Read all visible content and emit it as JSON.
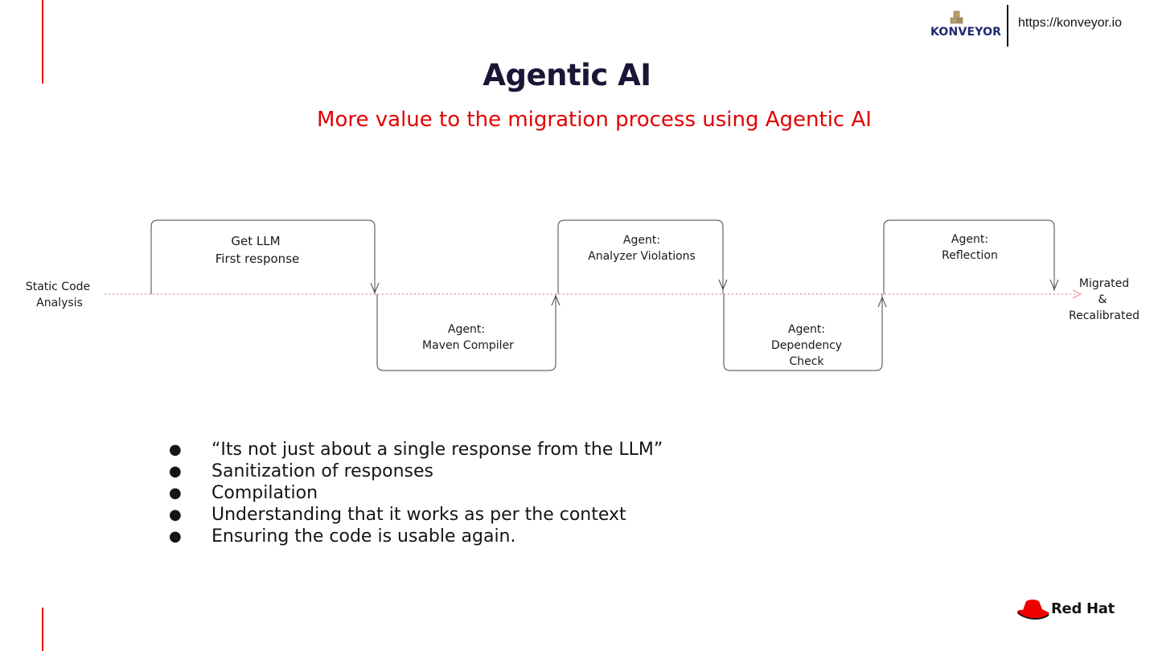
{
  "header": {
    "logo_text": "KONVEYOR",
    "url": "https://konveyor.io"
  },
  "slide": {
    "title": "Agentic AI",
    "subtitle": "More value to the migration process using Agentic AI"
  },
  "diagram": {
    "start_label": [
      "Static Code",
      "Analysis"
    ],
    "end_label": [
      "Migrated",
      "&",
      "Recalibrated"
    ],
    "steps": [
      {
        "lines": [
          "Get LLM",
          "First response"
        ],
        "position": "above"
      },
      {
        "lines": [
          "Agent:",
          "Maven Compiler"
        ],
        "position": "below"
      },
      {
        "lines": [
          "Agent:",
          "Analyzer Violations"
        ],
        "position": "above"
      },
      {
        "lines": [
          "Agent:",
          "Dependency",
          "Check"
        ],
        "position": "below"
      },
      {
        "lines": [
          "Agent:",
          "Reflection"
        ],
        "position": "above"
      }
    ]
  },
  "bullets": [
    "“Its not just about a single response from the LLM”",
    "Sanitization of responses",
    "Compilation",
    "Understanding that it works as per the context",
    "Ensuring the code is usable again."
  ],
  "footer": {
    "brand_text": "Red Hat"
  },
  "colors": {
    "accent_red": "#ee0000",
    "title_navy": "#1c1536",
    "konveyor_navy": "#1f2a6b",
    "konveyor_gold": "#b8a06a"
  }
}
